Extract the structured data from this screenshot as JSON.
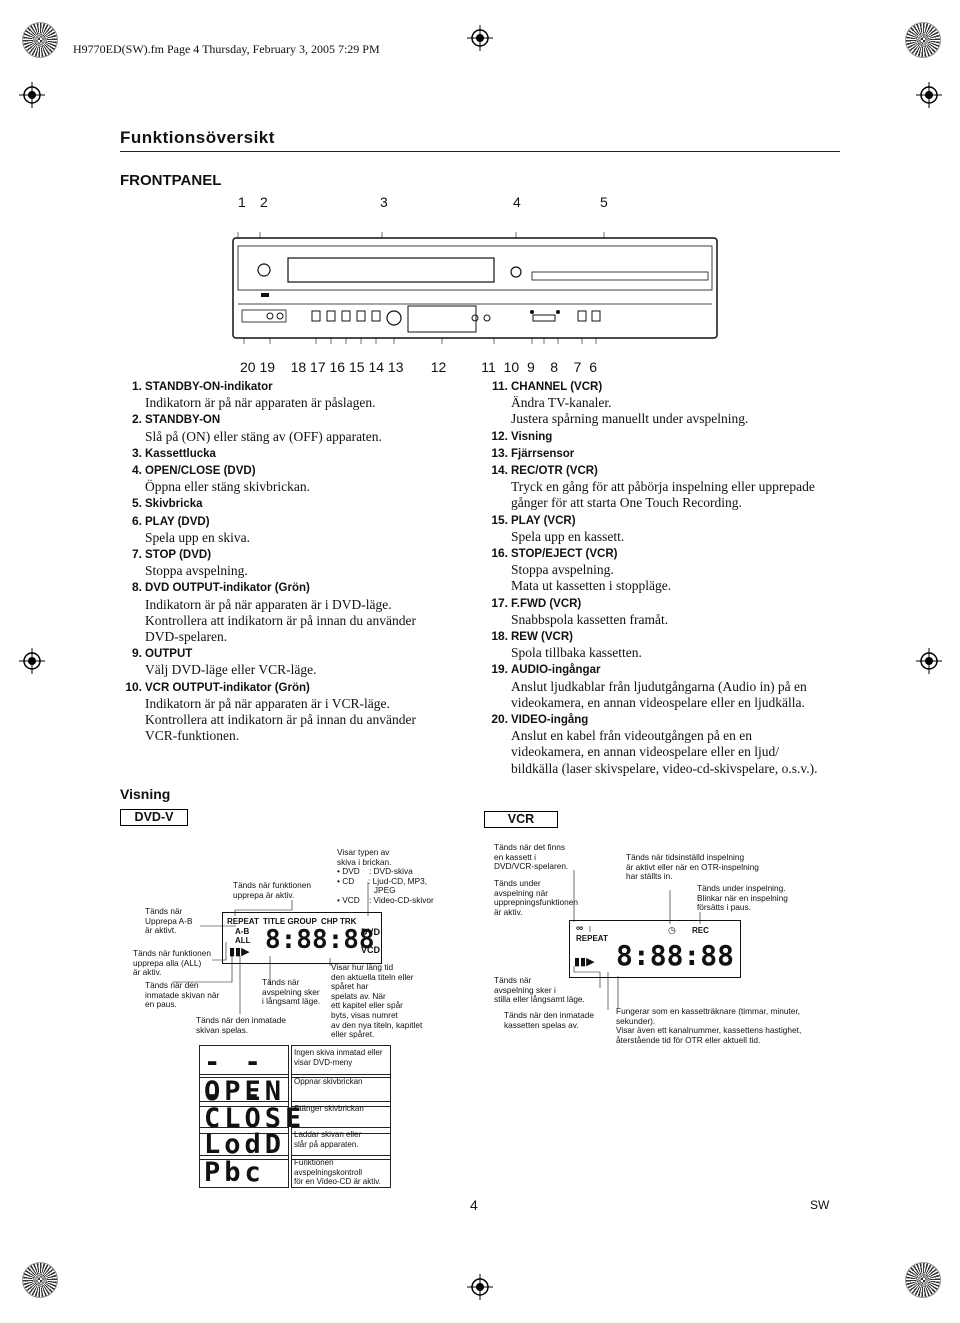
{
  "header": {
    "text": "H9770ED(SW).fm  Page 4  Thursday, February 3, 2005  7:29 PM"
  },
  "title": "Funktionsöversikt",
  "frontpanel": {
    "heading": "FRONTPANEL",
    "top_numbers": [
      "1",
      "2",
      "3",
      "4",
      "5"
    ],
    "bottom_numbers": "20 19    18 17 16 15 14 13       12         11  10  9    8    7  6"
  },
  "left_items": [
    {
      "num": "1.",
      "label": "STANDBY-ON-indikator",
      "desc": [
        "Indikatorn är på när apparaten är påslagen."
      ]
    },
    {
      "num": "2.",
      "label": "STANDBY-ON",
      "desc": [
        "Slå på (ON) eller stäng av (OFF) apparaten."
      ]
    },
    {
      "num": "3.",
      "label": "Kassettlucka",
      "desc": []
    },
    {
      "num": "4.",
      "label": "OPEN/CLOSE (DVD)",
      "desc": [
        "Öppna eller stäng skivbrickan."
      ]
    },
    {
      "num": "5.",
      "label": "Skivbricka",
      "desc": []
    },
    {
      "num": "6.",
      "label": "PLAY (DVD)",
      "desc": [
        "Spela upp en skiva."
      ]
    },
    {
      "num": "7.",
      "label": "STOP (DVD)",
      "desc": [
        "Stoppa avspelning."
      ]
    },
    {
      "num": "8.",
      "label": "DVD OUTPUT-indikator (Grön)",
      "desc": [
        "Indikatorn är på när apparaten är i DVD-läge.",
        "Kontrollera att indikatorn är på innan du använder",
        "DVD-spelaren."
      ]
    },
    {
      "num": "9.",
      "label": "OUTPUT",
      "desc": [
        "Välj DVD-läge eller VCR-läge."
      ]
    },
    {
      "num": "10.",
      "label": "VCR OUTPUT-indikator (Grön)",
      "desc": [
        "Indikatorn är på när apparaten är i VCR-läge.",
        "Kontrollera att indikatorn är på innan du använder",
        "VCR-funktionen."
      ]
    }
  ],
  "right_items": [
    {
      "num": "11.",
      "label": "CHANNEL (VCR)",
      "desc": [
        "Ändra TV-kanaler.",
        "Justera spårning manuellt under avspelning."
      ]
    },
    {
      "num": "12.",
      "label": "Visning",
      "desc": []
    },
    {
      "num": "13.",
      "label": "Fjärrsensor",
      "desc": []
    },
    {
      "num": "14.",
      "label": "REC/OTR (VCR)",
      "desc": [
        "Tryck en gång för att påbörja inspelning eller upprepade",
        "gånger för att starta One Touch Recording."
      ]
    },
    {
      "num": "15.",
      "label": "PLAY (VCR)",
      "desc": [
        "Spela upp en kassett."
      ]
    },
    {
      "num": "16.",
      "label": "STOP/EJECT (VCR)",
      "desc": [
        "Stoppa avspelning.",
        "Mata ut kassetten i stoppläge."
      ]
    },
    {
      "num": "17.",
      "label": "F.FWD (VCR)",
      "desc": [
        "Snabbspola kassetten framåt."
      ]
    },
    {
      "num": "18.",
      "label": "REW (VCR)",
      "desc": [
        "Spola tillbaka kassetten."
      ]
    },
    {
      "num": "19.",
      "label": "AUDIO-ingångar",
      "desc": [
        "Anslut ljudkablar från ljudutgångarna (Audio in) på en",
        "videokamera, en annan videospelare eller en ljudkälla."
      ]
    },
    {
      "num": "20.",
      "label": "VIDEO-ingång",
      "desc": [
        "Anslut en kabel från videoutgången på en en",
        "videokamera, en annan videospelare eller en ljud/",
        "bildkälla (laser skivspelare, video-cd-skivspelare, o.s.v.)."
      ]
    }
  ],
  "visning": {
    "heading": "Visning",
    "dvd_label": "DVD-V",
    "vcr_label": "VCR",
    "dvd_lcd": {
      "repeat": "REPEAT",
      "ab": "A-B",
      "all": "ALL",
      "title_group": "TITLE GROUP",
      "chp_trk": "CHP TRK",
      "digits": "8:88:88",
      "dvd": "DVD",
      "vcd": "VCD"
    },
    "vcr_lcd": {
      "repeat": "REPEAT",
      "rec": "REC",
      "digits": "8:88:88"
    },
    "dvd_annotations": [
      "Visar typen av\nskiva i brickan.\n• DVD    : DVD-skiva\n• CD      : Ljud-CD, MP3,\n                JPEG\n• VCD    : Video-CD-skivor",
      "Tänds när funktionen\nupprepa är aktiv.",
      "Tänds när\nUpprepa A-B\när aktivt.",
      "Tänds när funktionen\nupprepa alla (ALL)\när aktiv.",
      "Tänds när den\ninmatade skivan när\nen paus.",
      "Tänds när\navspelning sker\ni långsamt läge.",
      "Tänds när den inmatade\nskivan spelas.",
      "Visar hur lång tid\nden aktuella titeln eller\nspåret har\nspelats av. När\nett kapitel eller spår\nbyts, visas numret\nav den nya titeln, kapitlet\neller spåret."
    ],
    "vcr_annotations": [
      "Tänds när det finns\nen kassett i\nDVD/VCR-spelaren.",
      "Tänds under\navspelning när\nupprepningsfunktionen\när aktiv.",
      "Tänds när tidsinställd inspelning\när aktivt eller när en OTR-inspelning\nhar ställts in.",
      "Tänds under inspelning.\nBlinkar när en inspelning\nförsätts i paus.",
      "Tänds när\navspelning sker i\nstilla eller långsamt läge.",
      "Tänds när den inmatade\nkassetten spelas av.",
      "Fungerar som en kassetträknare (timmar, minuter,\nsekunder).\nVisar även ett kanalnummer, kassettens hastighet,\nåterstående tid för OTR eller aktuell tid."
    ],
    "codes": [
      {
        "code": "- - - -",
        "desc": "Ingen skiva inmatad eller\nvisar DVD-meny"
      },
      {
        "code": "OPEN",
        "desc": "Öppnar skivbrickan"
      },
      {
        "code": "CLOSE",
        "desc": "Stänger skivbrickan"
      },
      {
        "code": "LodD",
        "desc": "Laddar skivan eller\nslår på apparaten."
      },
      {
        "code": "Pbc",
        "desc": "Funktionen\navspelningskontroll\nför en Video-CD är aktiv."
      }
    ]
  },
  "footer": {
    "page": "4",
    "lang": "SW"
  }
}
